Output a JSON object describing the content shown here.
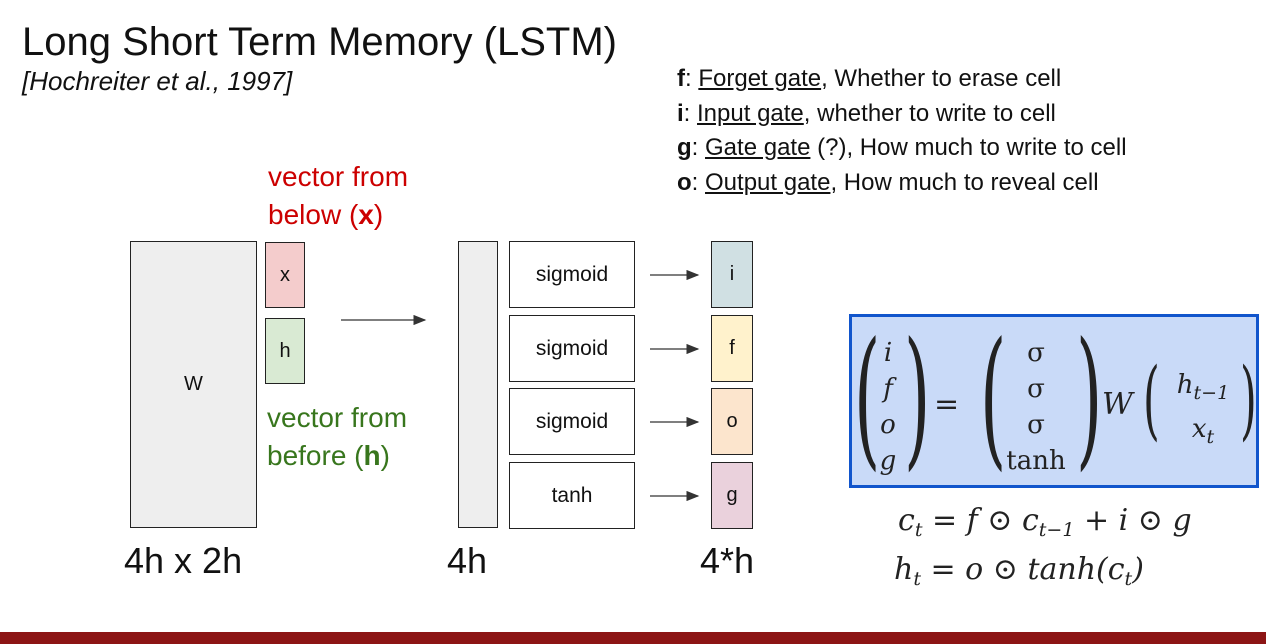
{
  "title": "Long Short Term Memory (LSTM)",
  "citation": "[Hochreiter et al., 1997]",
  "legend": [
    {
      "letter": "f",
      "sep": ": ",
      "name": "Forget gate",
      "desc": ", Whether to erase cell"
    },
    {
      "letter": "i",
      "sep": ": ",
      "name": "Input gate",
      "desc": ", whether to write to cell"
    },
    {
      "letter": "g",
      "sep": ": ",
      "name": "Gate gate",
      "desc": " (?), How much to write to cell"
    },
    {
      "letter": "o",
      "sep": ": ",
      "name": "Output gate",
      "desc": ", How much to reveal cell"
    }
  ],
  "labels": {
    "vector_below_line1": "vector from",
    "vector_below_line2_pre": "below (",
    "vector_below_var": "x",
    "vector_below_line2_post": ")",
    "vector_before_line1": "vector from",
    "vector_before_line2_pre": "before (",
    "vector_before_var": "h",
    "vector_before_line2_post": ")"
  },
  "matrix": {
    "label": "W",
    "dim": "4h x 2h"
  },
  "input_vector": {
    "top": "x",
    "bottom": "h"
  },
  "hidden": {
    "dim": "4h"
  },
  "activations": [
    "sigmoid",
    "sigmoid",
    "sigmoid",
    "tanh"
  ],
  "gates": {
    "items": [
      "i",
      "f",
      "o",
      "g"
    ],
    "dim": "4*h"
  },
  "equation": {
    "lhs": [
      "i",
      "f",
      "o",
      "g"
    ],
    "equals": "=",
    "acts": [
      "σ",
      "σ",
      "σ",
      "tanh"
    ],
    "w": "W",
    "vec_top_base": "h",
    "vec_top_sub": "t−1",
    "vec_bot_base": "x",
    "vec_bot_sub": "t"
  },
  "cell_eq": {
    "text": "c_t = f ⊙ c_{t−1} + i ⊙ g"
  },
  "hidden_eq": {
    "text": "h_t = o ⊙ tanh(c_t)"
  },
  "colors": {
    "x_fill": "#f4cccc",
    "h_fill": "#d9ead3",
    "i_fill": "#d0e0e3",
    "f_fill": "#fff2cc",
    "o_fill": "#fce5cd",
    "g_fill": "#ead1dc",
    "red_label": "#cc0000",
    "green_label": "#38761d",
    "eq_box_fill": "#c9daf8",
    "eq_box_border": "#1155cc",
    "footer": "#8c1515"
  }
}
